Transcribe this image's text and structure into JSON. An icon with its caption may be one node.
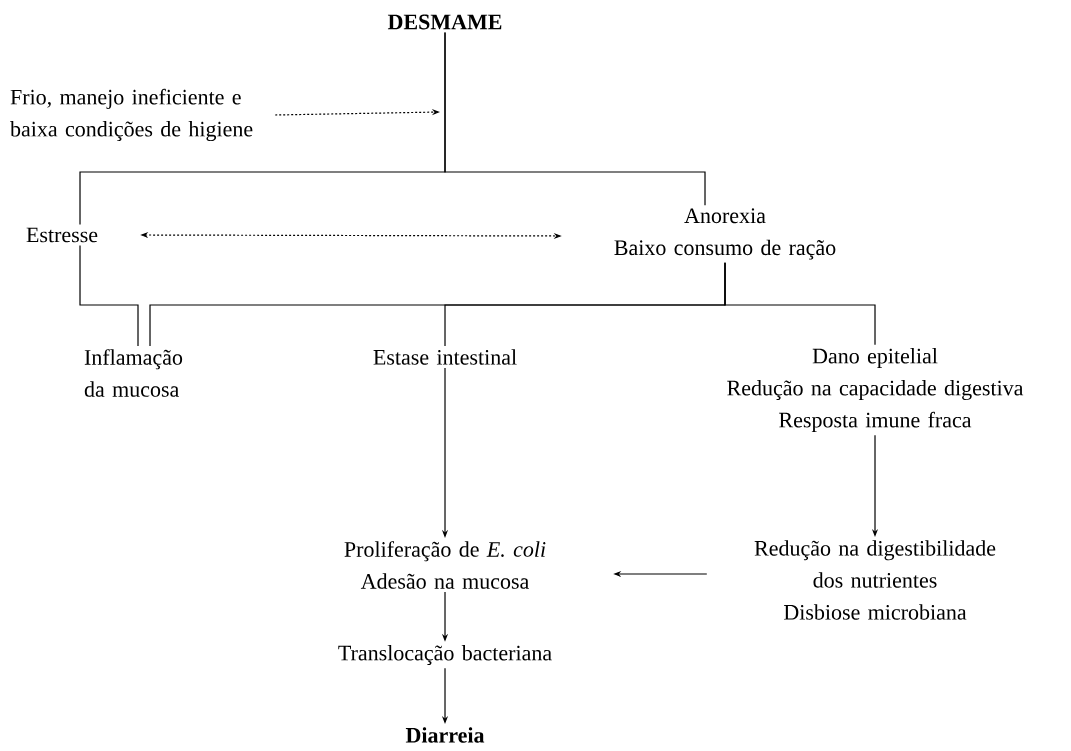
{
  "diagram": {
    "nodes": [
      {
        "text": [
          "DESMAME"
        ]
      },
      {
        "text": [
          "Frio, manejo ineficiente e baixa condições de higiene"
        ]
      },
      {
        "text": [
          "Estresse"
        ]
      },
      {
        "text": [
          "Anorexia",
          "Baixo consumo de ração"
        ]
      },
      {
        "text": [
          "Inflamação da mucosa"
        ]
      },
      {
        "text": [
          "Estase intestinal"
        ]
      },
      {
        "text": [
          "Dano epitelial",
          "Redução na capacidade digestiva",
          "Resposta imune fraca"
        ]
      },
      {
        "text": [
          "Redução na digestibilidade dos nutrientes",
          "Disbiose microbiana"
        ]
      },
      {
        "text": [
          "Proliferação de *E. coli*",
          "Adesão na mucosa"
        ]
      },
      {
        "text": [
          "Translocação bacteriana"
        ]
      },
      {
        "text": [
          "Diarreia"
        ]
      }
    ],
    "edges": [
      {
        "from": 1,
        "to": null,
        "arrow": "to",
        "style": "dashed"
      },
      {
        "from": 0,
        "to": 2,
        "arrow": "none"
      },
      {
        "from": 0,
        "to": 3,
        "arrow": "none"
      },
      {
        "from": 2,
        "to": 3,
        "arrow": "both",
        "style": "dashed"
      },
      {
        "from": 2,
        "to": 4,
        "arrow": "none"
      },
      {
        "from": 3,
        "to": 4,
        "arrow": "none"
      },
      {
        "from": 3,
        "to": 5,
        "arrow": "none"
      },
      {
        "from": 3,
        "to": 6,
        "arrow": "none"
      },
      {
        "from": 5,
        "to": 8,
        "arrow": "to"
      },
      {
        "from": 6,
        "to": 7,
        "arrow": "to"
      },
      {
        "from": 7,
        "to": 8,
        "arrow": "to"
      },
      {
        "from": 8,
        "to": 9,
        "arrow": "to"
      },
      {
        "from": 9,
        "to": 10,
        "arrow": "to"
      }
    ]
  }
}
